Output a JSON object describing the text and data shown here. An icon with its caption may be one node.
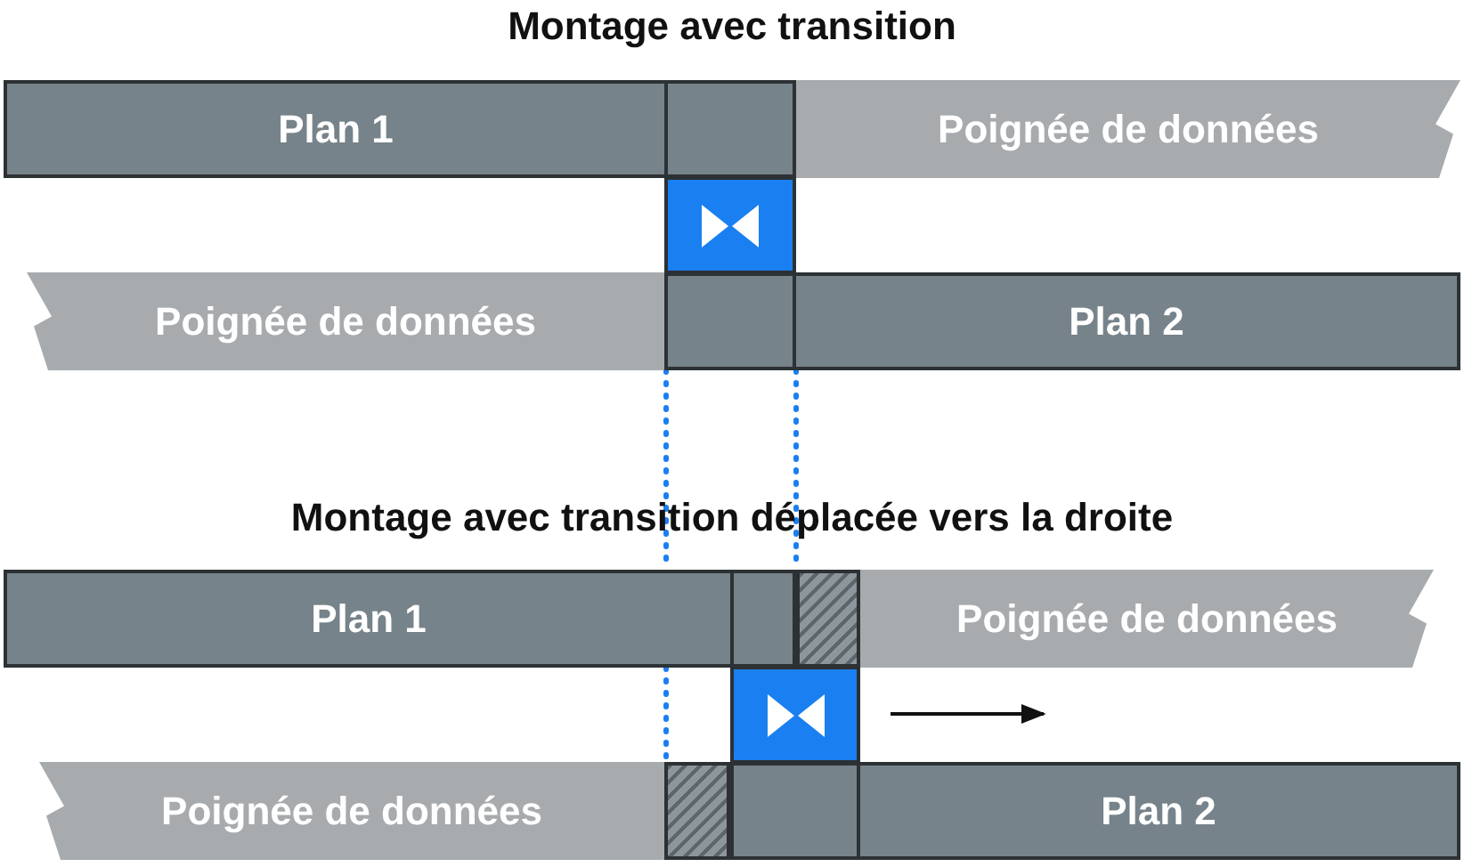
{
  "diagram": {
    "nodes": [
      {
        "text": [
          "Plan 1"
        ]
      },
      {
        "text": [],
        "shape": "box"
      },
      {
        "text": [
          "Poignée de données"
        ]
      },
      {
        "text": [],
        "shape": "box"
      },
      {
        "text": [
          "Poignée de données"
        ]
      },
      {
        "text": [],
        "shape": "box"
      },
      {
        "text": [
          "Plan 2"
        ]
      },
      {
        "text": [
          "Plan 1"
        ]
      },
      {
        "text": [],
        "shape": "box"
      },
      {
        "text": [],
        "shape": "box"
      },
      {
        "text": [
          "Poignée de données"
        ]
      },
      {
        "text": [],
        "shape": "box"
      },
      {
        "text": [
          "Poignée de données"
        ]
      },
      {
        "text": [],
        "shape": "box"
      },
      {
        "text": [],
        "shape": "box"
      },
      {
        "text": [
          "Plan 2"
        ]
      }
    ],
    "edges": [],
    "labels": [
      "Montage avec transition",
      "Montage avec transition déplacée vers la droite"
    ]
  }
}
